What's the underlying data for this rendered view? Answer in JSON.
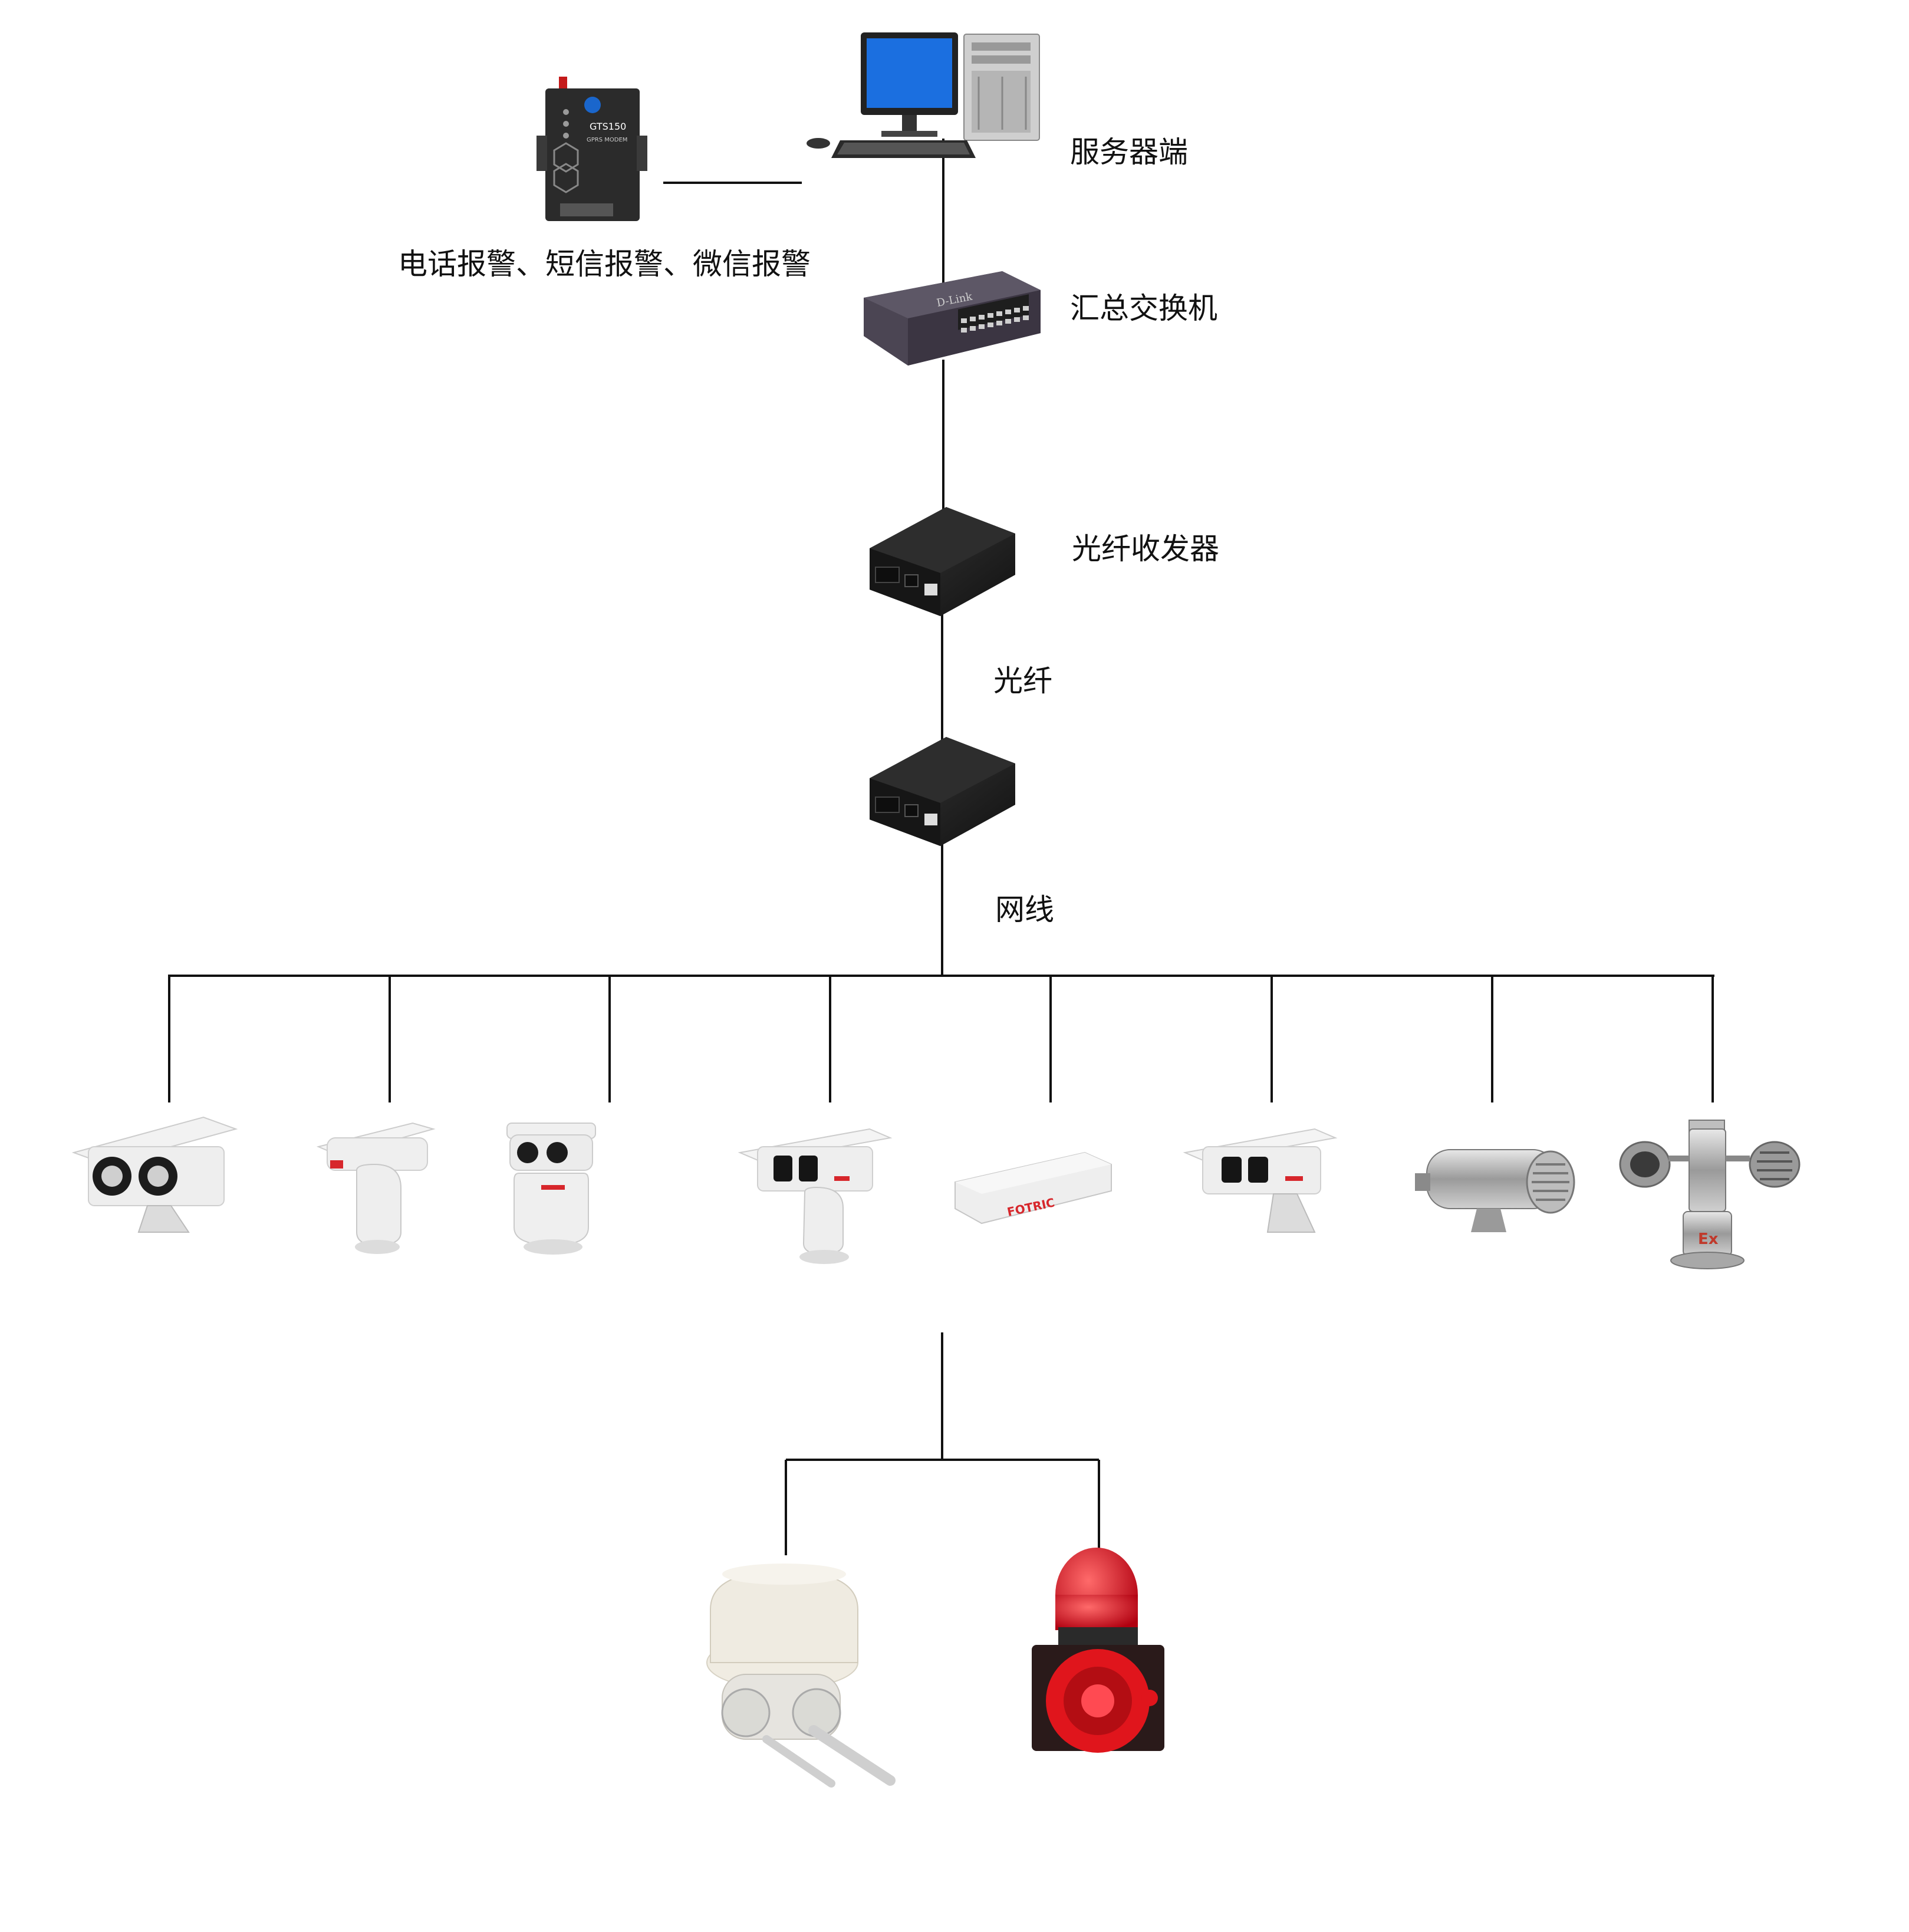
{
  "labels": {
    "server": "服务器端",
    "alarm": "电话报警、短信报警、微信报警",
    "switch": "汇总交换机",
    "transceiver": "光纤收发器",
    "fiber": "光纤",
    "cable": "网线"
  },
  "devices": {
    "gprs_modem_text": "GTS150",
    "gprs_modem_sub": "GPRS MODEM",
    "switch_brand": "D-Link",
    "camera_brand": "FOTRIC",
    "ex_mark": "Ex"
  },
  "colors": {
    "wire": "#111111",
    "brand_red": "#d7262b",
    "siren_red": "#e0151c",
    "monitor_blue": "#1b6fe0"
  }
}
